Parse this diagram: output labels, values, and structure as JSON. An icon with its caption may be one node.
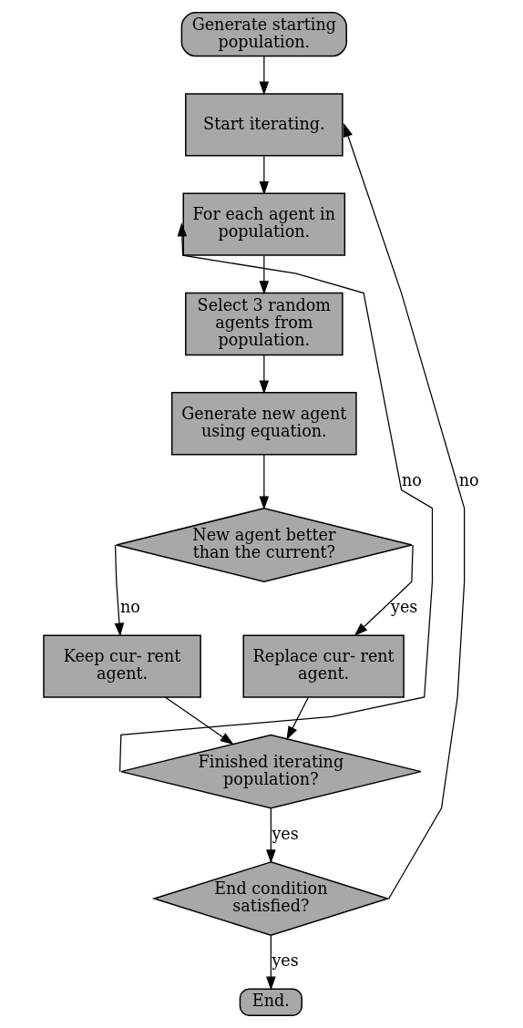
{
  "diagram": {
    "nodes": [
      {
        "text": [
          "Generate starting population."
        ]
      },
      {
        "text": [
          "Start iterating."
        ]
      },
      {
        "text": [
          "For each agent in population."
        ]
      },
      {
        "text": [
          "Select 3 random agents from population."
        ]
      },
      {
        "text": [
          "Generate new agent using equation."
        ]
      },
      {
        "text": [
          "New agent better than the current?"
        ]
      },
      {
        "text": [
          "Keep cur- rent agent."
        ]
      },
      {
        "text": [
          "Replace cur- rent agent."
        ]
      },
      {
        "text": [
          "Finished iterating population?"
        ]
      },
      {
        "text": [
          "End condition satisfied?"
        ]
      },
      {
        "text": [
          "End."
        ]
      }
    ],
    "edges": [
      {
        "from": 0,
        "to": 1,
        "arrow": "to"
      },
      {
        "from": 1,
        "to": 2,
        "arrow": "to"
      },
      {
        "from": 2,
        "to": 3,
        "arrow": "to"
      },
      {
        "from": 3,
        "to": 4,
        "arrow": "to"
      },
      {
        "from": 4,
        "to": 5,
        "arrow": "to"
      },
      {
        "from": 5,
        "to": 6,
        "arrow": "to",
        "label": "no"
      },
      {
        "from": 5,
        "to": 7,
        "arrow": "to",
        "label": "yes"
      },
      {
        "from": 6,
        "to": 8,
        "arrow": "to"
      },
      {
        "from": 7,
        "to": 8,
        "arrow": "to"
      },
      {
        "from": 8,
        "to": 2,
        "arrow": "to",
        "label": "no"
      },
      {
        "from": 8,
        "to": 9,
        "arrow": "to",
        "label": "yes"
      },
      {
        "from": 9,
        "to": 1,
        "arrow": "to",
        "label": "no"
      },
      {
        "from": 9,
        "to": 10,
        "arrow": "to",
        "label": "yes"
      }
    ]
  }
}
